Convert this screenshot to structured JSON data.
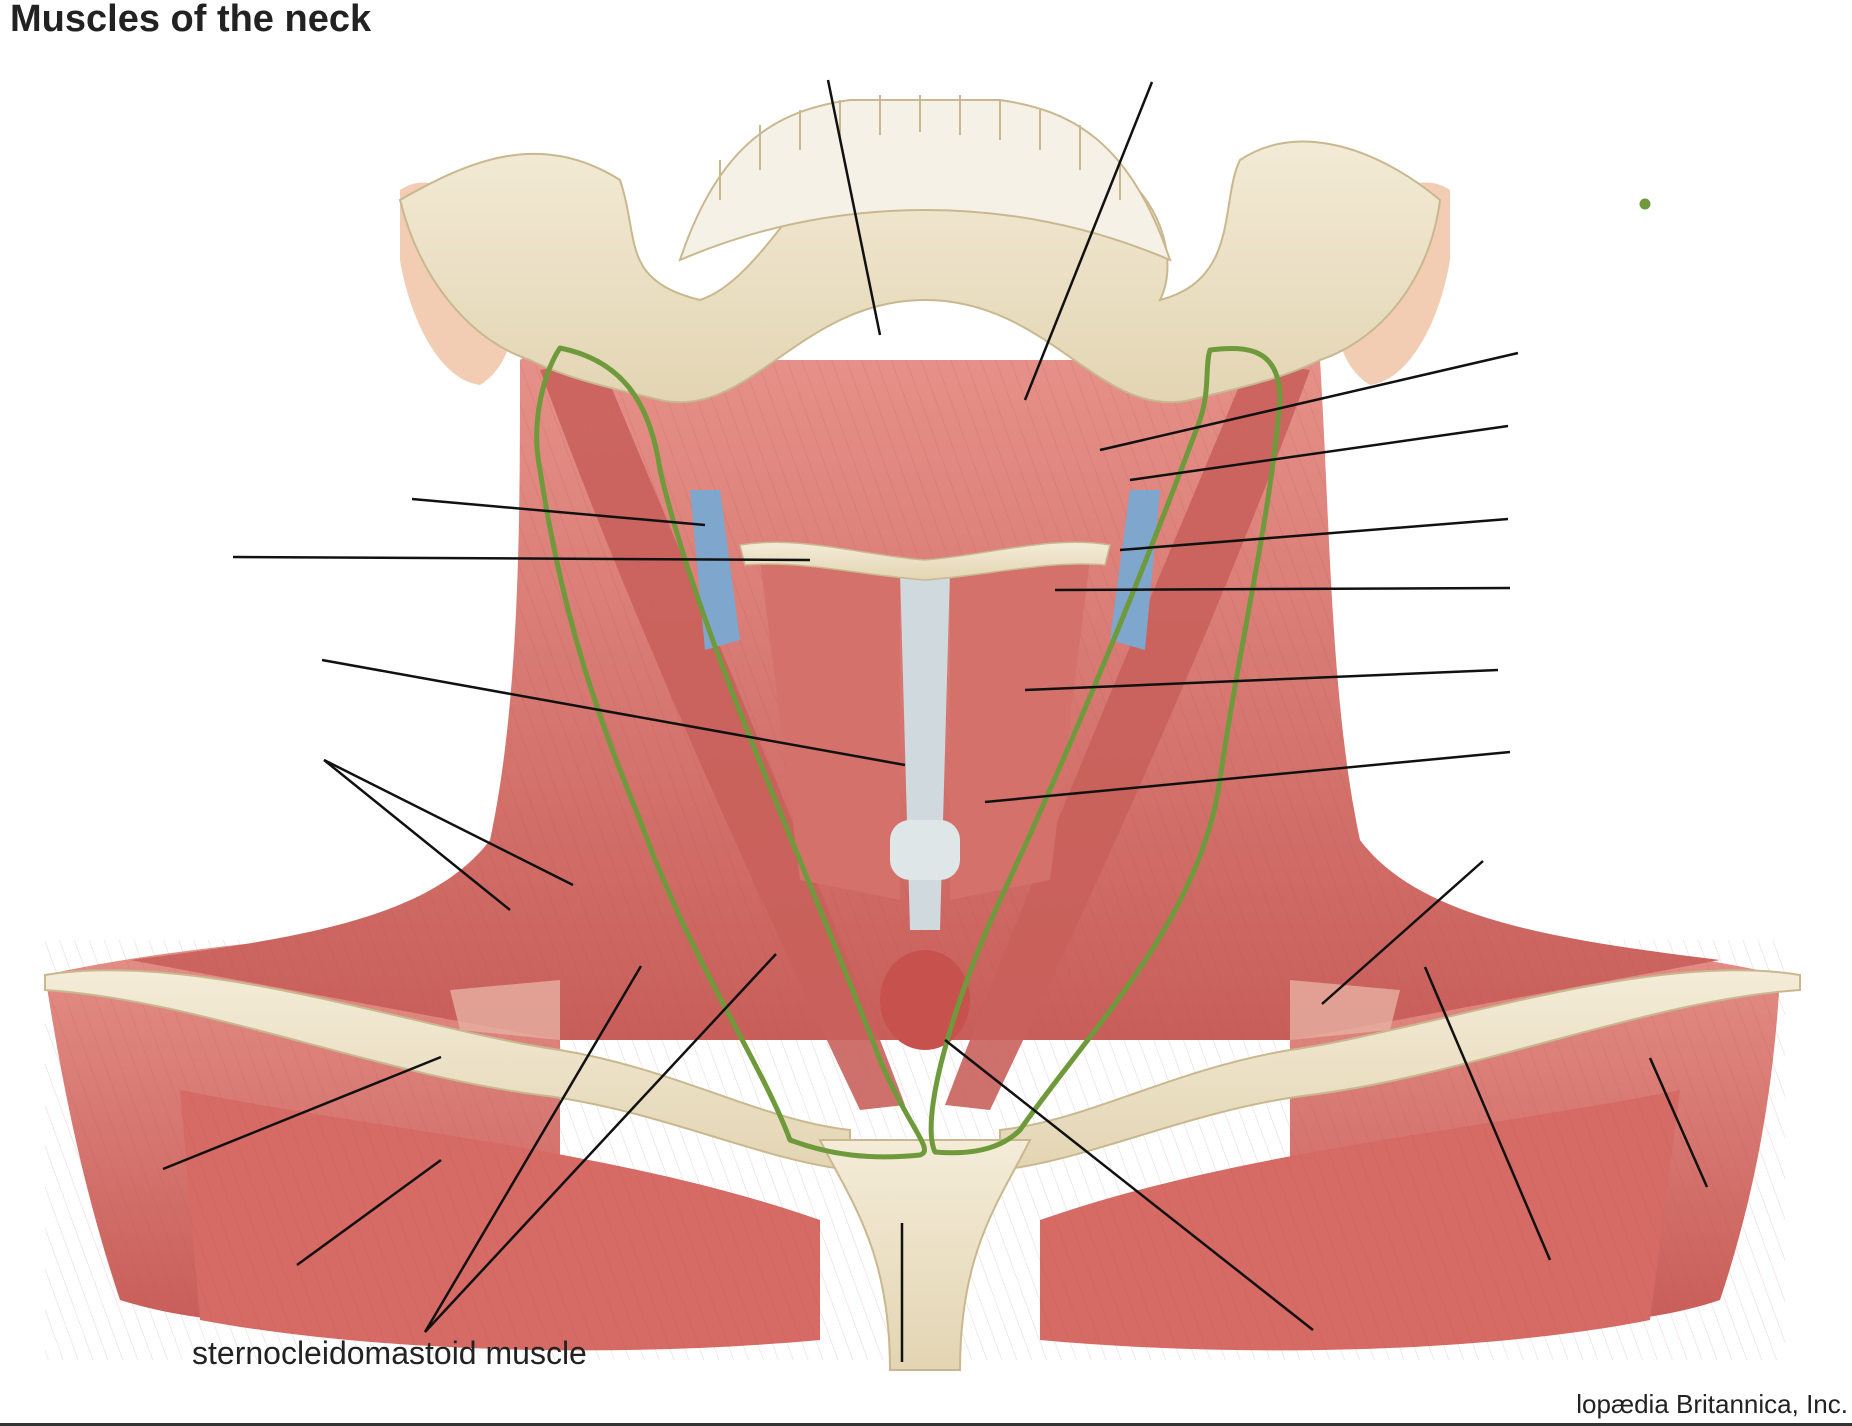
{
  "title": "Muscles of the neck",
  "label": "sternocleidomastoid muscle",
  "credit": "lopædia Britannica, Inc.",
  "colors": {
    "muscle": "#d9746e",
    "muscle_dark": "#b9524f",
    "bone": "#ece2c8",
    "outline": "#6f9a3c",
    "leader": "#111111",
    "vessel": "#7fa6cc"
  }
}
